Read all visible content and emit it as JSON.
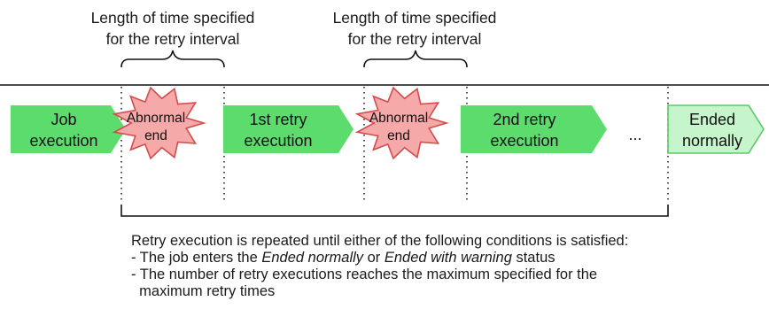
{
  "interval_labels": [
    {
      "line1": "Length of time specified",
      "line2": "for the retry interval"
    },
    {
      "line1": "Length of time specified",
      "line2": "for the retry interval"
    }
  ],
  "steps": [
    {
      "line1": "Job",
      "line2": "execution"
    },
    {
      "line1": "Abnormal",
      "line2": "end"
    },
    {
      "line1": "1st retry",
      "line2": "execution"
    },
    {
      "line1": "Abnormal",
      "line2": "end"
    },
    {
      "line1": "2nd retry",
      "line2": "execution"
    },
    {
      "text": "..."
    },
    {
      "line1": "Ended",
      "line2": "normally"
    }
  ],
  "colors": {
    "execution_fill": "#5ddc6e",
    "final_fill": "#c6f5cc",
    "final_stroke": "#58c967",
    "abnormal_fill": "#f6a9a9",
    "abnormal_stroke": "#d44b4b"
  },
  "notes": {
    "intro": "Retry execution is repeated until either of the following conditions is satisfied:",
    "c1_prefix": "- The job enters the ",
    "c1_em1": "Ended normally",
    "c1_mid": " or ",
    "c1_em2": "Ended with warning",
    "c1_suffix": " status",
    "c2_line1": "- The number of retry executions reaches the maximum specified for the",
    "c2_line2": "  maximum retry times"
  }
}
